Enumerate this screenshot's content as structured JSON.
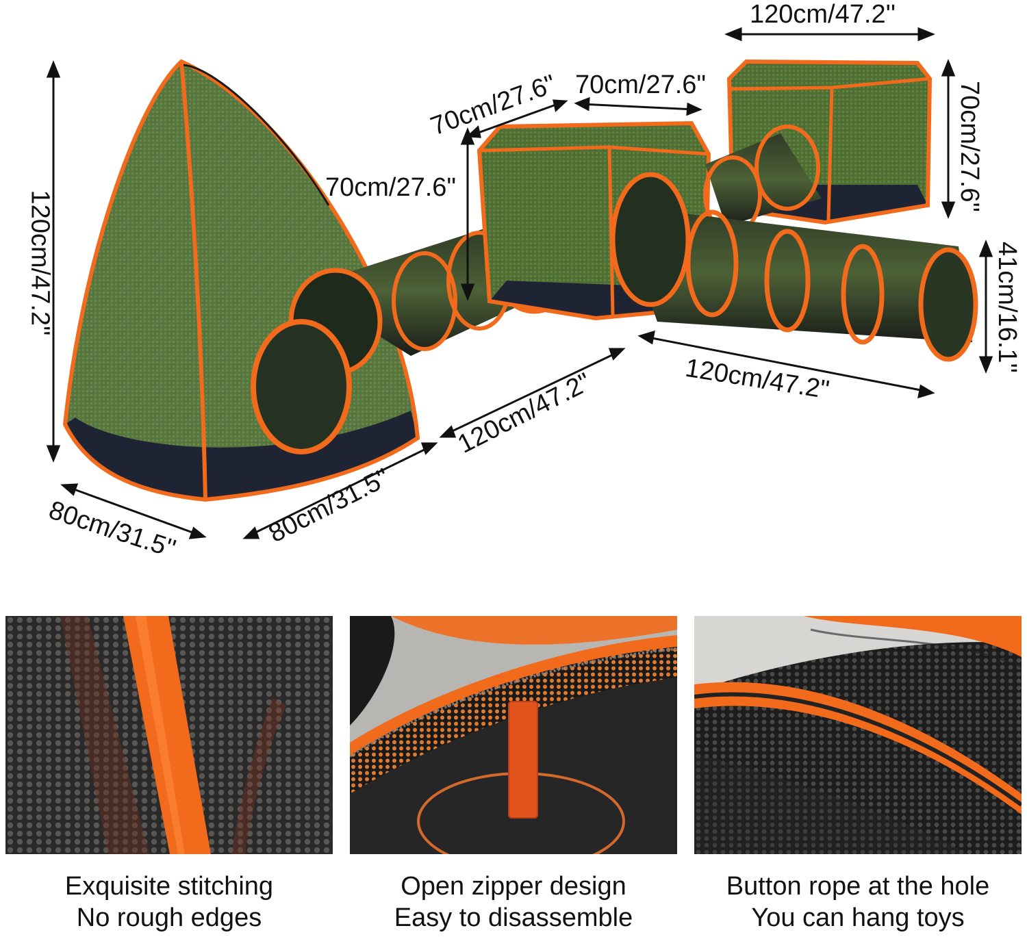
{
  "dimensions": {
    "tent_height": "120cm/47.2''",
    "tent_width": "80cm/31.5''",
    "tent_depth": "80cm/31.5''",
    "tunnel1_length": "120cm/47.2\"",
    "cube1_width": "70cm/27.6\"",
    "cube1_depth": "70cm/27.6\"",
    "cube1_height": "70cm/27.6\"",
    "cube2_width": "120cm/47.2''",
    "cube2_height": "70cm/27.6''",
    "tunnel2_length": "120cm/47.2\"",
    "tunnel_diameter": "41cm/16.1''"
  },
  "features": [
    {
      "line1": "Exquisite stitching",
      "line2": "No rough edges"
    },
    {
      "line1": "Open zipper design",
      "line2": "Easy to disassemble"
    },
    {
      "line1": "Button rope at the hole",
      "line2": "You can hang toys"
    }
  ],
  "colors": {
    "accent": "#f26a1b",
    "mesh": "#1c1c1c",
    "grass": "#5a7a3a"
  }
}
